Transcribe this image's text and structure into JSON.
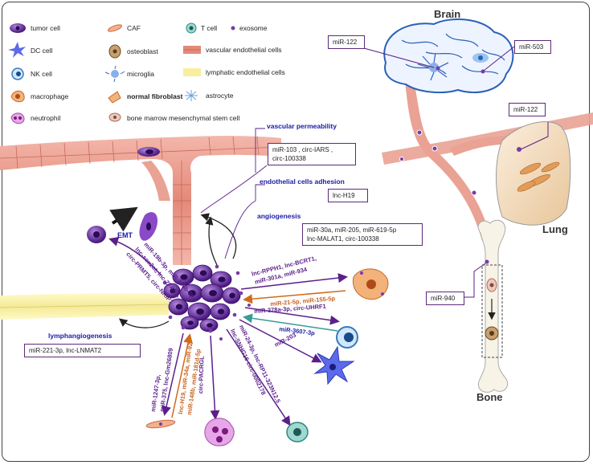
{
  "legend": {
    "tumor_cell": "tumor cell",
    "caf": "CAF",
    "t_cell": "T cell",
    "exosome": "exosome",
    "dc_cell": "DC cell",
    "osteoblast": "osteoblast",
    "vascular_endothelial": "vascular endothelial cells",
    "nk_cell": "NK cell",
    "microglia": "microglia",
    "lymphatic_endothelial": "lymphatic endothelial cells",
    "macrophage": "macrophage",
    "normal_fibroblast": "normal fibroblast",
    "astrocyte": "astrocyte",
    "neutrophil": "neutrophil",
    "bmmsc": "bone marrow mesenchymal stem cell"
  },
  "organs": {
    "brain": "Brain",
    "lung": "Lung",
    "bone": "Bone"
  },
  "boxes": {
    "brain_left": "miR-122",
    "brain_right": "miR-503",
    "lung": "miR-122",
    "bone": "miR-940",
    "vascular_permeability_title": "vascular permeability",
    "vascular_permeability_line1": "miR-103 , circ-IARS ,",
    "vascular_permeability_line2": "circ-100338",
    "endothelial_title": "endothelial cells adhesion",
    "endothelial_text": "lnc-H19",
    "angiogenesis_title": "angiogenesis",
    "angiogenesis_line1": "miR-30a,  miR-205,  miR-619-5p",
    "angiogenesis_line2": "lnc-MALAT1,  circ-100338",
    "lymph_title": "lymphangiogenesis",
    "lymph_text": "miR-221-3p,   lnc-LNMAT2"
  },
  "emt": "EMT",
  "labels": {
    "emt_line1": "miR-19b-3p, miR-106b-3p,",
    "emt_line2": "lnc-sox2ot, lnc-ZFAS1,",
    "emt_line3": "circ-PRMT5, circ-NRIP1",
    "macro_line1": "lnc-RPPH1, lnc-BCRT1,",
    "macro_line2": "miR-301a, miR-934",
    "macro_back": "miR-21-5p,  miR-155-5p",
    "t_line": "miR-378a-3p, circ-UHRF1",
    "t_back": "miR-3607-3p",
    "dc_line": "miR-203",
    "caf_down_1": "miR-1247-3p,",
    "caf_down_2": "miR-375, lnc-Gm26809",
    "caf_up_1": "lnc-H19,  miR-34a, miR-92",
    "caf_up_2": "miR-148b, miR-181d-5p",
    "neutro": "circ-PACRGL",
    "nk_1": "lnc-SNHG16 circ-0002178",
    "nk_2": "miR-24-3p, lnc-RP11-323N12.5"
  }
}
